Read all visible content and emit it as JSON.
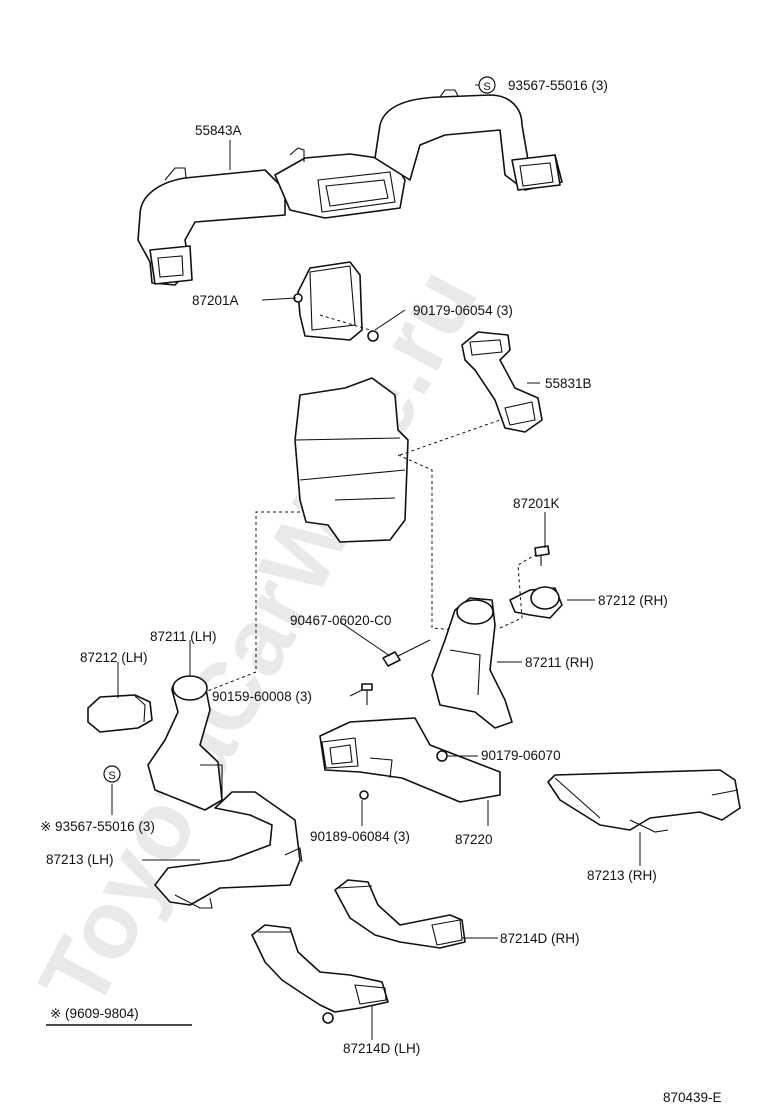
{
  "watermark": "ToyotaCarWine.ru",
  "labels": {
    "p55843A": "55843A",
    "p93567_top": "93567-55016 (3)",
    "p87201A": "87201A",
    "p90179_06054": "90179-06054 (3)",
    "p55831B": "55831B",
    "p87201K": "87201K",
    "p87212_rh": "87212 (RH)",
    "p90467": "90467-06020-C0",
    "p87211_lh": "87211 (LH)",
    "p87212_lh": "87212 (LH)",
    "p87211_rh": "87211 (RH)",
    "p90159": "90159-60008 (3)",
    "p90179_06070": "90179-06070",
    "p93567_lh": "※ 93567-55016 (3)",
    "p90189": "90189-06084 (3)",
    "p87220": "87220",
    "p87213_lh": "87213 (LH)",
    "p87213_rh": "87213 (RH)",
    "p87214D_rh": "87214D (RH)",
    "p87214D_lh": "87214D (LH)",
    "note": "※ (9609-9804)",
    "diagram_code": "870439-E"
  },
  "symbols": {
    "screw_marker": "S"
  }
}
